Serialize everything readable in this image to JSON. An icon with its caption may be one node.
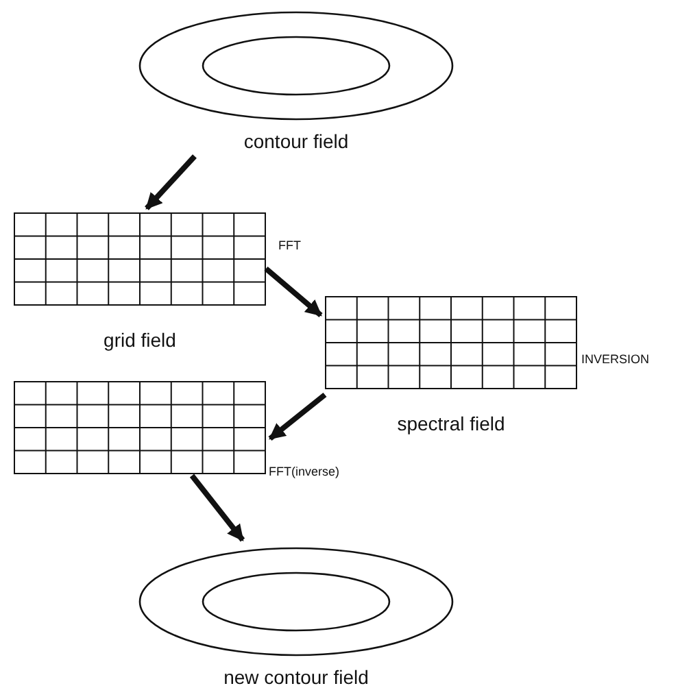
{
  "diagram": {
    "nodes": [
      {
        "text": [
          "contour field"
        ]
      },
      {
        "text": [
          "grid field"
        ]
      },
      {
        "text": [
          "spectral field"
        ],
        "beside": [
          "INVERSION"
        ]
      },
      {
        "text": [],
        "shape": "box"
      },
      {
        "text": [
          "new contour field"
        ]
      }
    ],
    "edges": [
      {
        "from": 0,
        "to": 1,
        "arrow": "to"
      },
      {
        "from": 1,
        "to": 2,
        "arrow": "to",
        "label": "FFT"
      },
      {
        "from": 2,
        "to": 3,
        "arrow": "to",
        "label": "FFT(inverse)"
      },
      {
        "from": 3,
        "to": 4,
        "arrow": "to"
      }
    ]
  }
}
